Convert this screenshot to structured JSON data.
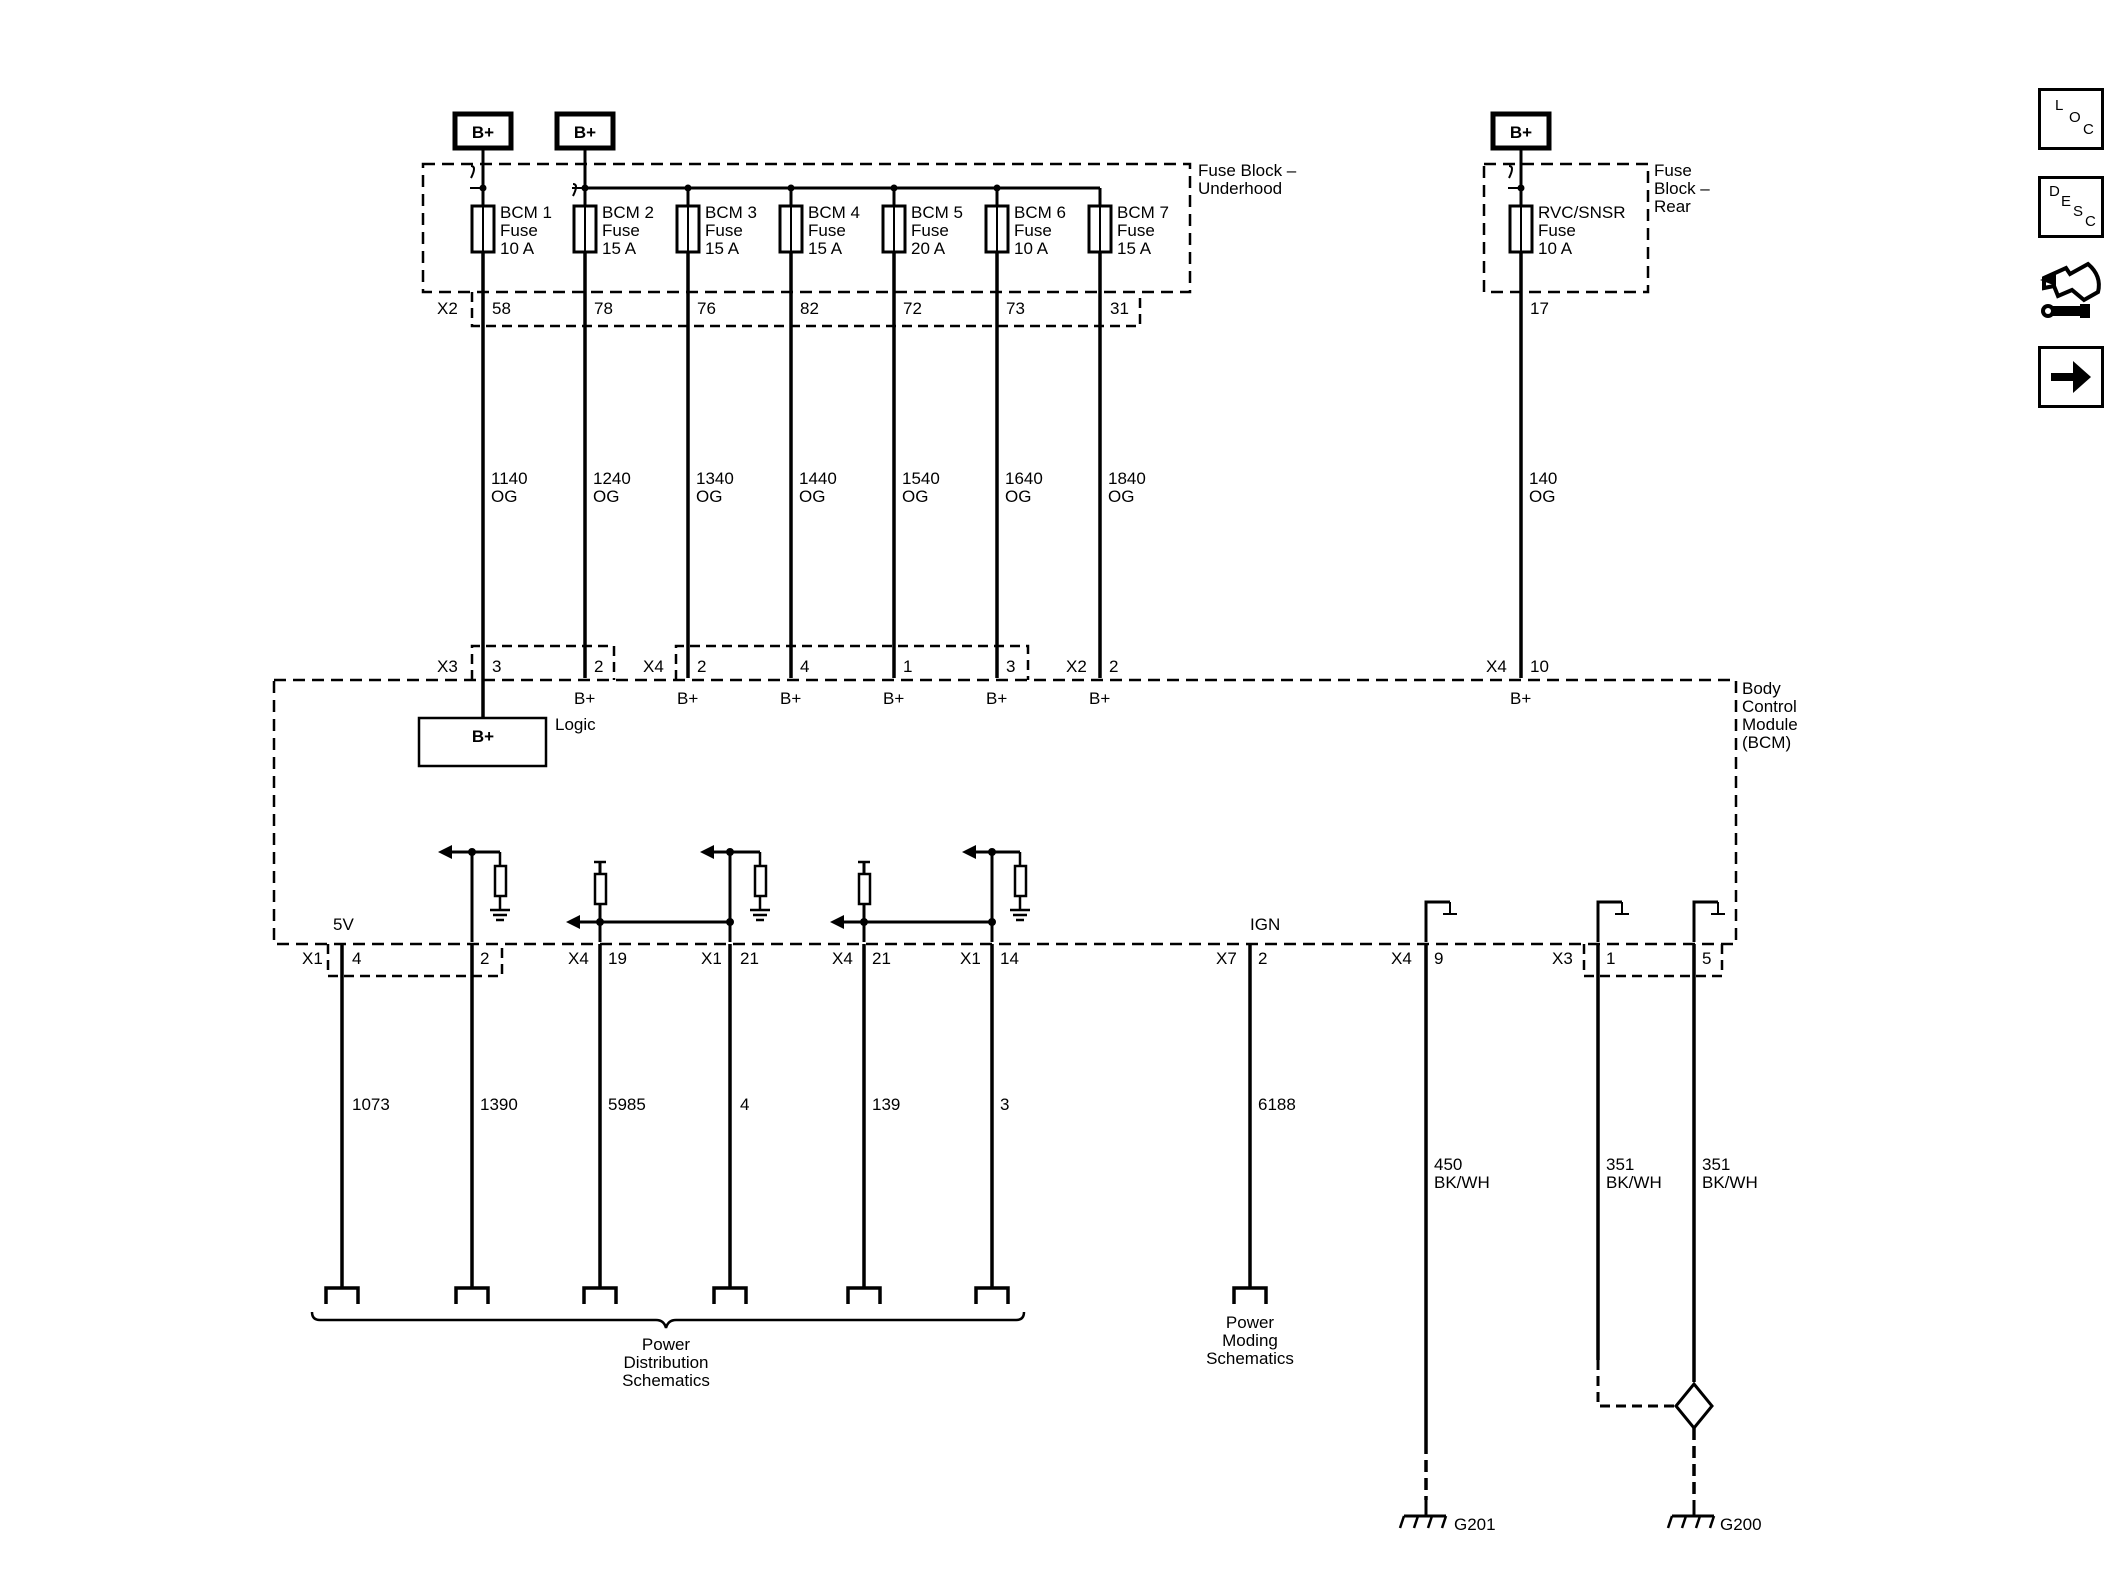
{
  "power_sources": [
    "B+",
    "B+",
    "B+"
  ],
  "fuse_block_underhood": {
    "title_line1": "Fuse Block –",
    "title_line2": "Underhood",
    "connector": "X2",
    "fuses": [
      {
        "name": "BCM 1",
        "word": "Fuse",
        "rating": "10 A",
        "pin": "58",
        "circuit": "1140",
        "color": "OG"
      },
      {
        "name": "BCM 2",
        "word": "Fuse",
        "rating": "15 A",
        "pin": "78",
        "circuit": "1240",
        "color": "OG"
      },
      {
        "name": "BCM 3",
        "word": "Fuse",
        "rating": "15 A",
        "pin": "76",
        "circuit": "1340",
        "color": "OG"
      },
      {
        "name": "BCM 4",
        "word": "Fuse",
        "rating": "15 A",
        "pin": "82",
        "circuit": "1440",
        "color": "OG"
      },
      {
        "name": "BCM 5",
        "word": "Fuse",
        "rating": "20 A",
        "pin": "72",
        "circuit": "1540",
        "color": "OG"
      },
      {
        "name": "BCM 6",
        "word": "Fuse",
        "rating": "10 A",
        "pin": "73",
        "circuit": "1640",
        "color": "OG"
      },
      {
        "name": "BCM 7",
        "word": "Fuse",
        "rating": "15 A",
        "pin": "31",
        "circuit": "1840",
        "color": "OG"
      }
    ]
  },
  "fuse_block_rear": {
    "title_line1": "Fuse",
    "title_line2": "Block –",
    "title_line3": "Rear",
    "fuse": {
      "name": "RVC/SNSR",
      "word": "Fuse",
      "rating": "10 A",
      "pin": "17",
      "circuit": "140",
      "color": "OG"
    }
  },
  "bcm": {
    "title_lines": [
      "Body",
      "Control",
      "Module",
      "(BCM)"
    ],
    "top_connectors": [
      "X3",
      "X4",
      "X2",
      "X4"
    ],
    "top_pins": [
      "3",
      "2",
      "2",
      "4",
      "1",
      "3",
      "2",
      "10"
    ],
    "bplus_label": "B+",
    "logic_box": "B+",
    "logic_label": "Logic",
    "five_v": "5V",
    "ign": "IGN"
  },
  "bottom_connectors": [
    "X1",
    "X4",
    "X1",
    "X4",
    "X1",
    "X7",
    "X4",
    "X3"
  ],
  "bottom_pins": [
    "4",
    "2",
    "19",
    "21",
    "21",
    "14",
    "2",
    "9",
    "1",
    "5"
  ],
  "bottom_circuits": [
    {
      "num": "1073",
      "color": ""
    },
    {
      "num": "1390",
      "color": ""
    },
    {
      "num": "5985",
      "color": ""
    },
    {
      "num": "4",
      "color": ""
    },
    {
      "num": "139",
      "color": ""
    },
    {
      "num": "3",
      "color": ""
    },
    {
      "num": "6188",
      "color": ""
    },
    {
      "num": "450",
      "color": "BK/WH"
    },
    {
      "num": "351",
      "color": "BK/WH"
    },
    {
      "num": "351",
      "color": "BK/WH"
    }
  ],
  "power_distribution": [
    "Power",
    "Distribution",
    "Schematics"
  ],
  "power_moding": [
    "Power",
    "Moding",
    "Schematics"
  ],
  "grounds": [
    "G201",
    "G200"
  ],
  "side_buttons": {
    "loc": [
      "L",
      "O",
      "C"
    ],
    "desc": [
      "D",
      "E",
      "S",
      "C"
    ],
    "connector_icon": "connector-tool-icon",
    "next_icon": "arrow-right-icon"
  }
}
